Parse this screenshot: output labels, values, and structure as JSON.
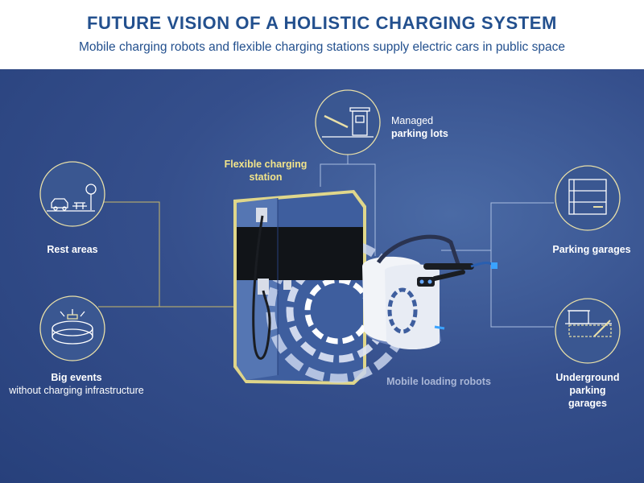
{
  "header": {
    "title": "FUTURE VISION OF A HOLISTIC CHARGING SYSTEM",
    "subtitle": "Mobile charging robots and flexible charging stations supply electric cars in public space"
  },
  "nodes": {
    "rest_areas": "Rest areas",
    "big_events_line1": "Big events",
    "big_events_line2": "without charging infrastructure",
    "managed_line1": "Managed",
    "managed_line2": "parking lots",
    "flexible_line1": "Flexible charging",
    "flexible_line2": "station",
    "parking_garages": "Parking garages",
    "underground_line1": "Underground parking",
    "underground_line2": "garages",
    "mobile_robots": "Mobile loading robots"
  },
  "colors": {
    "header_text": "#23508e",
    "panel_bg": "#354f8c",
    "accent_yellow": "#f2e48a",
    "station_blue": "#3e5e9e",
    "station_black": "#111418",
    "robot_white": "#f2f4f8"
  },
  "icons": [
    "car-picnic-icon",
    "stadium-icon",
    "parking-barrier-icon",
    "parking-garage-icon",
    "underground-garage-icon"
  ]
}
